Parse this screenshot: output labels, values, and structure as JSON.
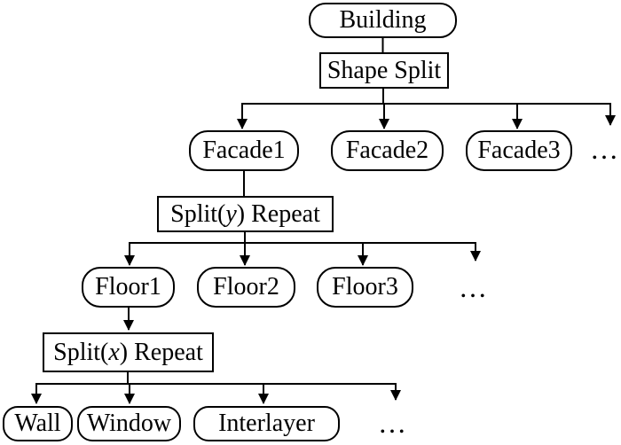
{
  "colors": {
    "line": "#000000",
    "node_fill": "#ffffff",
    "text": "#000000",
    "background": "#ffffff"
  },
  "tree": {
    "building": {
      "label": "Building"
    },
    "shape_split": {
      "label": "Shape Split"
    },
    "facades": {
      "f1": {
        "label": "Facade1"
      },
      "f2": {
        "label": "Facade2"
      },
      "f3": {
        "label": "Facade3"
      },
      "more": {
        "label": "…"
      }
    },
    "split_y": {
      "pre": "Split(",
      "var": "y",
      "post": ") Repeat"
    },
    "floors": {
      "f1": {
        "label": "Floor1"
      },
      "f2": {
        "label": "Floor2"
      },
      "f3": {
        "label": "Floor3"
      },
      "more": {
        "label": "…"
      }
    },
    "split_x": {
      "pre": "Split(",
      "var": "x",
      "post": ") Repeat"
    },
    "leaves": {
      "wall": {
        "label": "Wall"
      },
      "window": {
        "label": "Window"
      },
      "interlayer": {
        "label": "Interlayer"
      },
      "more": {
        "label": "…"
      }
    }
  }
}
